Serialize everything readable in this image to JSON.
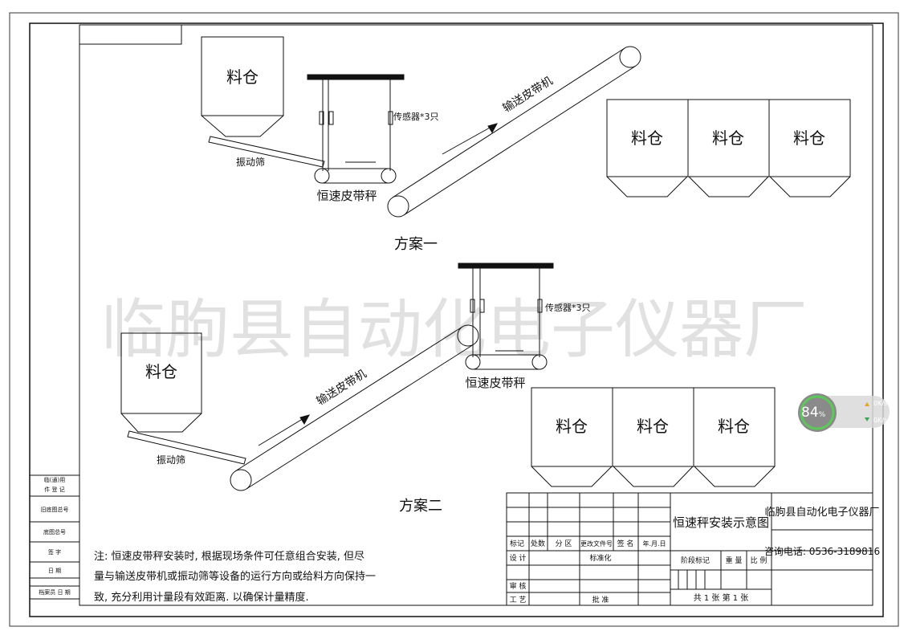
{
  "watermark": "临朐县自动化电子仪器厂",
  "scheme1": {
    "title": "方案一",
    "bin_top_left": "料仓",
    "vibrating_feeder": "振动筛",
    "weigher": "恒速皮带秤",
    "sensor": "传感器*3只",
    "conveyor": "输送皮带机",
    "bins_right": [
      "料仓",
      "料仓",
      "料仓"
    ]
  },
  "scheme2": {
    "title": "方案二",
    "bin_left": "料仓",
    "vibrating_feeder": "振动筛",
    "weigher": "恒速皮带秤",
    "sensor": "传感器*3只",
    "conveyor": "输送皮带机",
    "bins_right": [
      "料仓",
      "料仓",
      "料仓"
    ]
  },
  "note": {
    "line1": "注: 恒速皮带秤安装时, 根据现场条件可任意组合安装, 但尽",
    "line2": "量与输送皮带机或振动筛等设备的运行方向或给料方向保持一",
    "line3": "致, 充分利用计量段有效距离. 以确保计量精度."
  },
  "left_strip": [
    "临(通)用",
    "件 登 记",
    "旧底图总号",
    "底图总号",
    "签 字",
    "日 期",
    "档案员 日 期"
  ],
  "title_block": {
    "drawing_title": "恒速秤安装示意图",
    "company": "临朐县自动化电子仪器厂",
    "phone": "咨询电话: 0536-3189816",
    "hdr": [
      "标记",
      "处数",
      "分 区",
      "更改文件号",
      "签 名",
      "年.月.日"
    ],
    "row_design": "设 计",
    "row_std": "标准化",
    "row_check": "审 核",
    "row_process": "工 艺",
    "row_approve": "批 准",
    "stage_hdr": [
      "阶段标记",
      "重 量",
      "比 例"
    ],
    "sheets": "共 1 张   第 1 张"
  },
  "gauge": {
    "value": "84",
    "unit": "%",
    "up": "0",
    "down": "0",
    "up_unit": "K/s",
    "down_unit": "K/s",
    "ring_color": "#5cc85a"
  }
}
